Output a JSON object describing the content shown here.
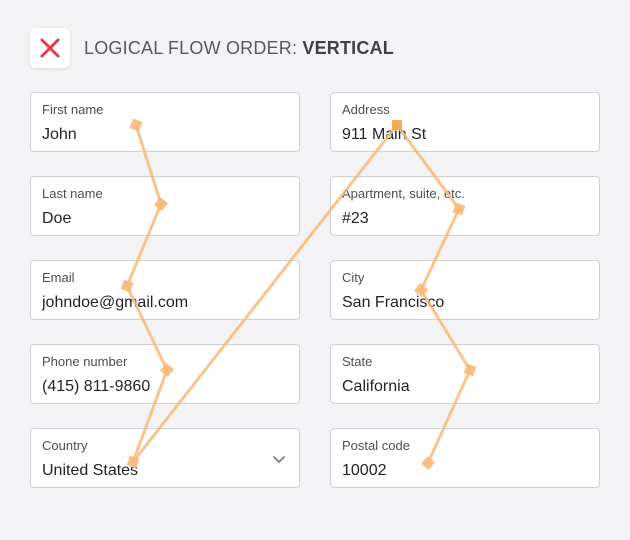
{
  "header": {
    "title_prefix": "LOGICAL FLOW ORDER: ",
    "title_emphasis": "VERTICAL",
    "icon": "close-x-icon"
  },
  "colors": {
    "icon_red": "#e8384f",
    "flow_line": "#f9b877",
    "flow_marker": "#f9b877",
    "flow_marker_active": "#f7a24a",
    "field_border": "#cfd1d6",
    "background": "#f3f3f5"
  },
  "form": {
    "first_name": {
      "label": "First name",
      "value": "John"
    },
    "last_name": {
      "label": "Last name",
      "value": "Doe"
    },
    "email": {
      "label": "Email",
      "value": "johndoe@gmail.com"
    },
    "phone": {
      "label": "Phone number",
      "value": "(415) 811-9860"
    },
    "country": {
      "label": "Country",
      "value": "United States",
      "icon": "chevron-down-icon"
    },
    "address": {
      "label": "Address",
      "value": "911 Main St"
    },
    "apartment": {
      "label": "Apartment, suite, etc.",
      "value": "#23"
    },
    "city": {
      "label": "City",
      "value": "San Francisco"
    },
    "state": {
      "label": "State",
      "value": "California"
    },
    "postal_code": {
      "label": "Postal code",
      "value": "10002"
    }
  },
  "flow_order": [
    "first_name",
    "last_name",
    "email",
    "phone",
    "country",
    "address",
    "apartment",
    "city",
    "state",
    "postal_code"
  ]
}
